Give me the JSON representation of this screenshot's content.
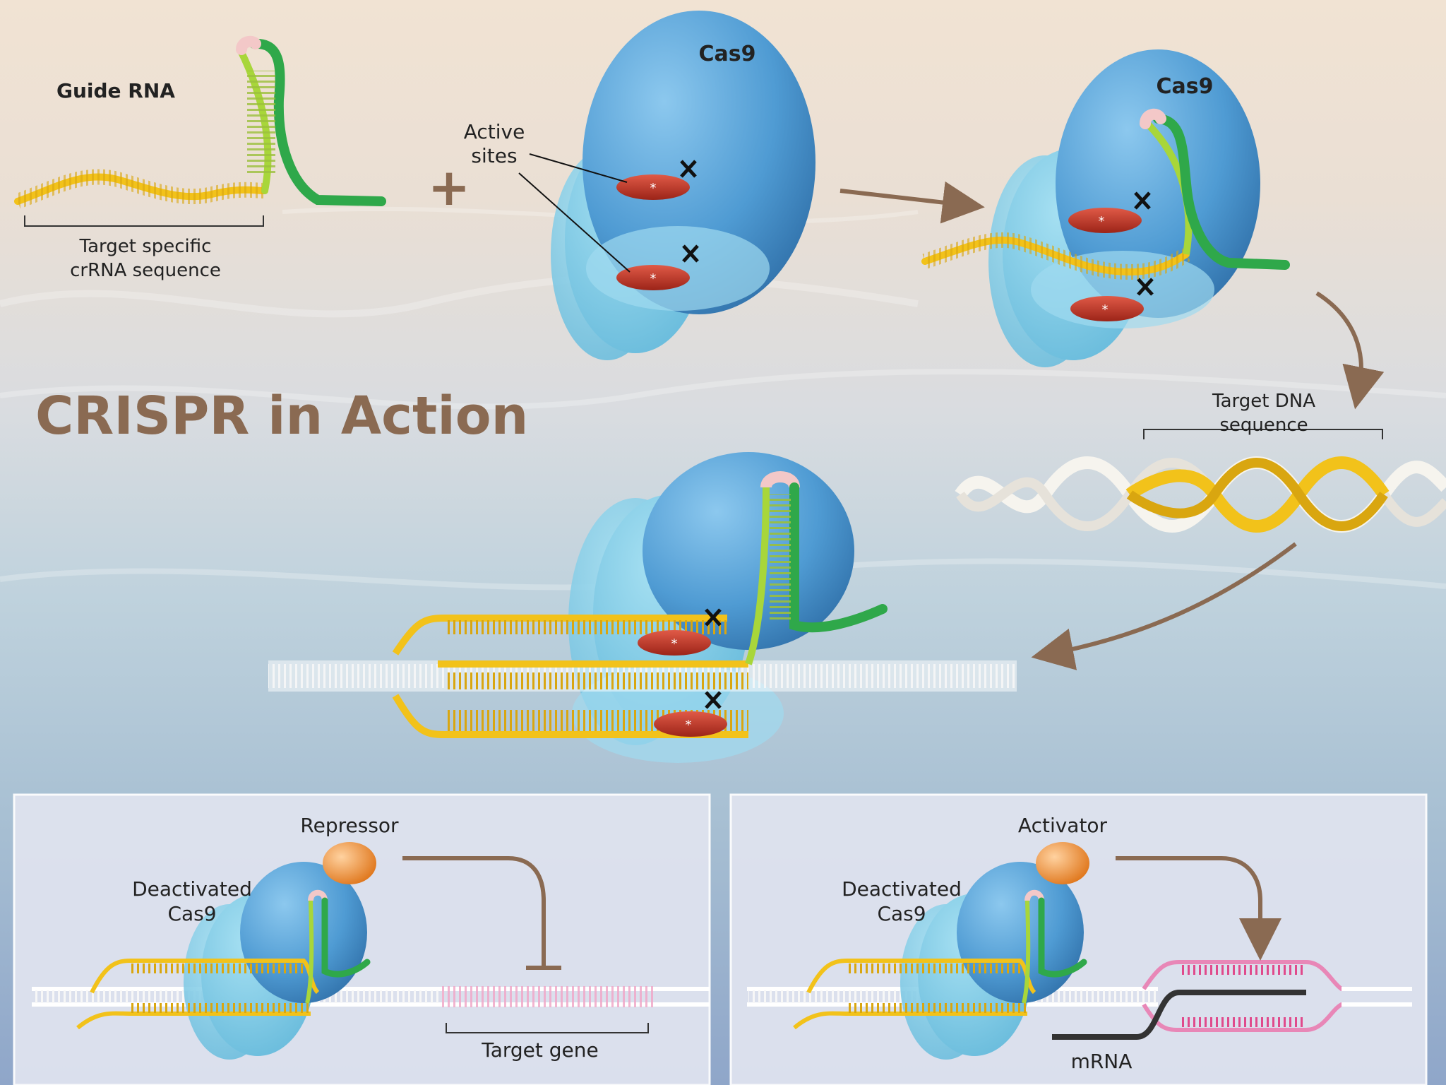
{
  "title": "CRISPR in Action",
  "top": {
    "guide_rna_label": "Guide RNA",
    "crrna_label_line1": "Target specific",
    "crrna_label_line2": "crRNA sequence",
    "plus": "+",
    "cas9_label_1": "Cas9",
    "cas9_label_2": "Cas9",
    "active_sites_line1": "Active",
    "active_sites_line2": "sites",
    "target_dna_line1": "Target DNA",
    "target_dna_line2": "sequence"
  },
  "panel_left": {
    "repressor_label": "Repressor",
    "dcas9_line1": "Deactivated",
    "dcas9_line2": "Cas9",
    "target_gene_label": "Target gene"
  },
  "panel_right": {
    "activator_label": "Activator",
    "dcas9_line1": "Deactivated",
    "dcas9_line2": "Cas9",
    "mrna_label": "mRNA"
  },
  "colors": {
    "cas9_blue": "#5aa2d6",
    "guide_yellow": "#f2c21a",
    "guide_green": "#2fa84a",
    "active_site_red": "#c7382b",
    "arrow_brown": "#8a6a52",
    "target_gene_pink": "#e887b7"
  }
}
